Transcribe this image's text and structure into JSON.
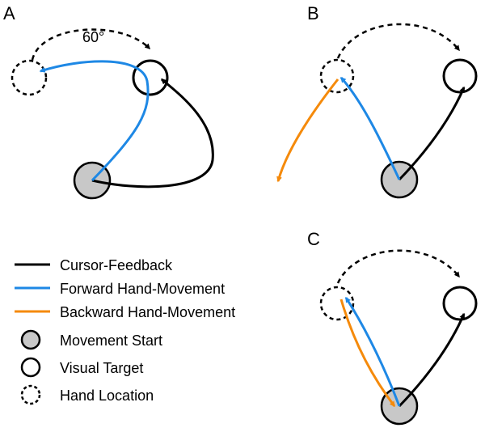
{
  "panels": [
    {
      "letter": "A"
    },
    {
      "letter": "B"
    },
    {
      "letter": "C"
    }
  ],
  "angle_label": "60°",
  "colors": {
    "cursor": "#000000",
    "forward": "#1e88e5",
    "backward": "#f58a0b",
    "start_fill": "#c8c8c8"
  },
  "legend": {
    "cursor_feedback": "Cursor-Feedback",
    "forward_movement": "Forward Hand-Movement",
    "backward_movement": "Backward Hand-Movement",
    "movement_start": "Movement Start",
    "visual_target": "Visual Target",
    "hand_location": "Hand Location"
  }
}
